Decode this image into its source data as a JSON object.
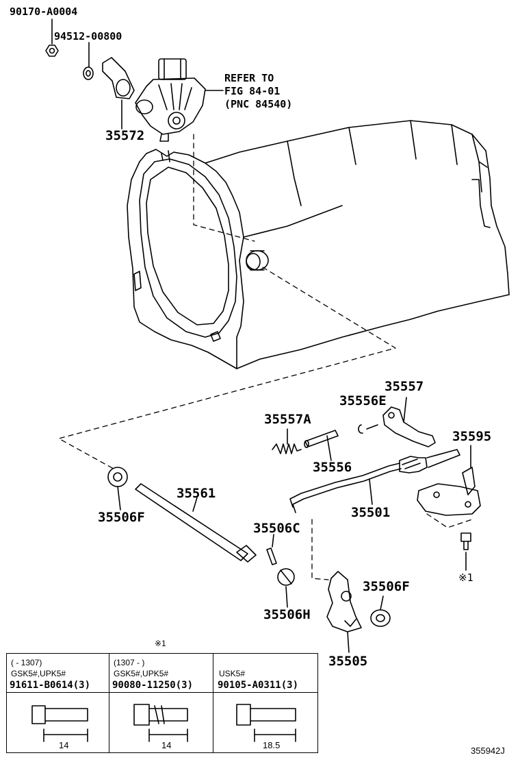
{
  "callouts": {
    "p90170": "90170-A0004",
    "p94512": "94512-00800",
    "p35572": "35572",
    "refer_line1": "REFER TO",
    "refer_line2": "FIG 84-01",
    "refer_line3": "(PNC 84540)",
    "p35557": "35557",
    "p35556E": "35556E",
    "p35557A": "35557A",
    "p35595": "35595",
    "p35556": "35556",
    "p35561": "35561",
    "p35501": "35501",
    "p35506F_left": "35506F",
    "p35506C": "35506C",
    "p35506F_right": "35506F",
    "p35506H": "35506H",
    "p35505": "35505",
    "mark_x1": "※1"
  },
  "bolt_table": {
    "title": "※1",
    "columns": [
      {
        "range": "(      - 1307)",
        "models": "GSK5#,UPK5#",
        "part": "91611-B0614(3)",
        "length": "14"
      },
      {
        "range": "(1307 -       )",
        "models": "GSK5#,UPK5#",
        "part": "90080-11250(3)",
        "length": "14"
      },
      {
        "range": "",
        "models": "USK5#",
        "part": "90105-A0311(3)",
        "length": "18.5"
      }
    ]
  },
  "figure_id": "355942J"
}
